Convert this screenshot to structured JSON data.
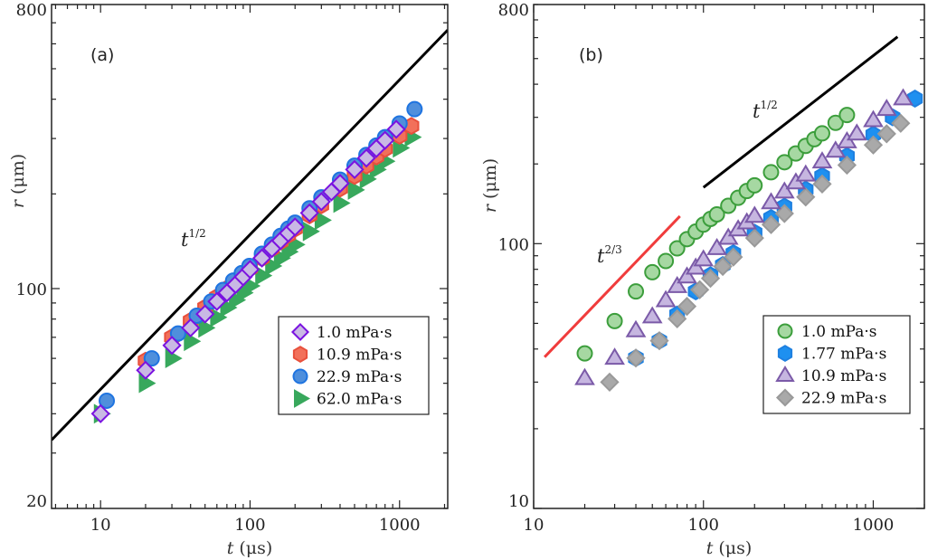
{
  "chart_data": [
    {
      "type": "scatter",
      "panel_label": "(a)",
      "xlabel": "t (μs)",
      "xlabel_var": "t",
      "xlabel_unit": "(μs)",
      "ylabel": "r (μm)",
      "ylabel_var": "r",
      "ylabel_unit": "(μm)",
      "xscale": "log",
      "yscale": "log",
      "xlim": [
        4.7,
        2100
      ],
      "ylim": [
        20,
        800
      ],
      "xticks": [
        "10",
        "100",
        "1000"
      ],
      "yticks": [
        "20",
        "100",
        "800"
      ],
      "grid": false,
      "legend_position": "bottom-right",
      "series": [
        {
          "name": "1.0 mPa·s",
          "marker": "diamond",
          "fill": "#c9b9e4",
          "stroke": "#7a12e0",
          "x": [
            10,
            20,
            30,
            40,
            50,
            60,
            70,
            80,
            90,
            100,
            120,
            140,
            160,
            180,
            200,
            250,
            300,
            350,
            400,
            500,
            600,
            700,
            800,
            950
          ],
          "y": [
            40,
            55,
            66,
            75,
            83,
            91,
            97,
            103,
            109,
            115,
            125,
            134,
            142,
            150,
            157,
            174,
            189,
            203,
            216,
            239,
            260,
            279,
            296,
            321
          ]
        },
        {
          "name": "10.9 mPa·s",
          "marker": "hexagon",
          "fill": "#f2705a",
          "stroke": "#e8503c",
          "x": [
            20,
            30,
            40,
            50,
            60,
            70,
            80,
            90,
            100,
            120,
            140,
            160,
            180,
            200,
            250,
            300,
            400,
            500,
            600,
            700,
            800,
            1000,
            1200
          ],
          "y": [
            59,
            70,
            79,
            87,
            94,
            100,
            106,
            111,
            116,
            125,
            134,
            141,
            148,
            155,
            171,
            184,
            208,
            228,
            246,
            263,
            278,
            306,
            329
          ]
        },
        {
          "name": "22.9 mPa·s",
          "marker": "circle",
          "fill": "#4f8fdc",
          "stroke": "#1f74e0",
          "x": [
            11,
            22,
            33,
            44,
            55,
            66,
            77,
            88,
            99,
            120,
            140,
            160,
            180,
            200,
            250,
            300,
            400,
            500,
            600,
            700,
            800,
            1000,
            1260
          ],
          "y": [
            44,
            60,
            72,
            82,
            91,
            99,
            106,
            112,
            118,
            129,
            138,
            147,
            155,
            162,
            180,
            195,
            222,
            246,
            266,
            285,
            303,
            335,
            372
          ]
        },
        {
          "name": "62.0 mPa·s",
          "marker": "triangle-right",
          "fill": "#38a85c",
          "stroke": "#38a85c",
          "x": [
            10,
            20,
            30,
            40,
            50,
            60,
            70,
            80,
            90,
            100,
            120,
            140,
            160,
            180,
            200,
            250,
            300,
            400,
            500,
            600,
            700,
            800,
            1000,
            1200
          ],
          "y": [
            40,
            50,
            60,
            68,
            75,
            81,
            87,
            92,
            97,
            102,
            110,
            118,
            125,
            131,
            138,
            152,
            165,
            187,
            206,
            223,
            239,
            254,
            280,
            303
          ]
        }
      ],
      "reference_lines": [
        {
          "label_base": "t",
          "label_exp": "1/2",
          "color": "#000000",
          "x": [
            4.7,
            2100
          ],
          "y": [
            33,
            664
          ]
        }
      ]
    },
    {
      "type": "scatter",
      "panel_label": "(b)",
      "xlabel": "t (μs)",
      "xlabel_var": "t",
      "xlabel_unit": "(μs)",
      "ylabel": "r (μm)",
      "ylabel_var": "r",
      "ylabel_unit": "(μm)",
      "xscale": "log",
      "yscale": "log",
      "xlim": [
        10,
        2000
      ],
      "ylim": [
        10,
        800
      ],
      "xticks": [
        "10",
        "100",
        "1000"
      ],
      "yticks": [
        "10",
        "100",
        "800"
      ],
      "grid": false,
      "legend_position": "bottom-right",
      "series": [
        {
          "name": "1.0 mPa·s",
          "marker": "circle",
          "fill": "#a6d8a2",
          "stroke": "#3c9e3c",
          "x": [
            20,
            30,
            40,
            50,
            60,
            70,
            80,
            90,
            100,
            110,
            120,
            140,
            160,
            180,
            200,
            250,
            300,
            350,
            400,
            450,
            500,
            600,
            700
          ],
          "y": [
            38.5,
            51,
            66,
            78,
            86,
            96,
            104,
            111,
            118,
            124,
            129,
            139,
            149,
            158,
            166,
            186,
            203,
            219,
            234,
            248,
            261,
            286,
            306
          ]
        },
        {
          "name": "1.77 mPa·s",
          "marker": "hexagon",
          "fill": "#1e90f0",
          "stroke": "#1e80e0",
          "x": [
            40,
            55,
            70,
            90,
            110,
            130,
            150,
            200,
            250,
            300,
            400,
            500,
            700,
            1000,
            1300,
            1760
          ],
          "y": [
            37,
            43,
            54,
            66,
            76,
            83,
            92,
            110,
            125,
            138,
            160,
            180,
            214,
            258,
            300,
            353
          ]
        },
        {
          "name": "10.9 mPa·s",
          "marker": "triangle-up",
          "fill": "#c6b6e0",
          "stroke": "#7b5aa8",
          "x": [
            20,
            30,
            40,
            50,
            60,
            70,
            80,
            90,
            100,
            120,
            140,
            160,
            180,
            200,
            250,
            300,
            350,
            400,
            500,
            600,
            700,
            800,
            1000,
            1200,
            1500
          ],
          "y": [
            31,
            37,
            47,
            53,
            61,
            69,
            75,
            81,
            87,
            96,
            105,
            113,
            120,
            127,
            143,
            157,
            170,
            182,
            204,
            224,
            243,
            260,
            292,
            322,
            353
          ]
        },
        {
          "name": "22.9 mPa·s",
          "marker": "diamond",
          "fill": "#a9a9a9",
          "stroke": "#999999",
          "x": [
            28,
            40,
            55,
            70,
            80,
            95,
            110,
            130,
            150,
            200,
            250,
            300,
            400,
            500,
            700,
            1000,
            1200,
            1450
          ],
          "y": [
            30,
            37,
            43,
            52,
            58,
            67,
            74,
            82,
            89,
            105,
            118,
            130,
            150,
            168,
            198,
            236,
            260,
            285
          ]
        }
      ],
      "reference_lines": [
        {
          "label_base": "t",
          "label_exp": "2/3",
          "color": "#f03c3c",
          "x": [
            11.6,
            72.7
          ],
          "y": [
            37.3,
            127
          ]
        },
        {
          "label_base": "t",
          "label_exp": "1/2",
          "color": "#000000",
          "x": [
            100,
            1390
          ],
          "y": [
            163,
            604
          ]
        }
      ]
    }
  ]
}
